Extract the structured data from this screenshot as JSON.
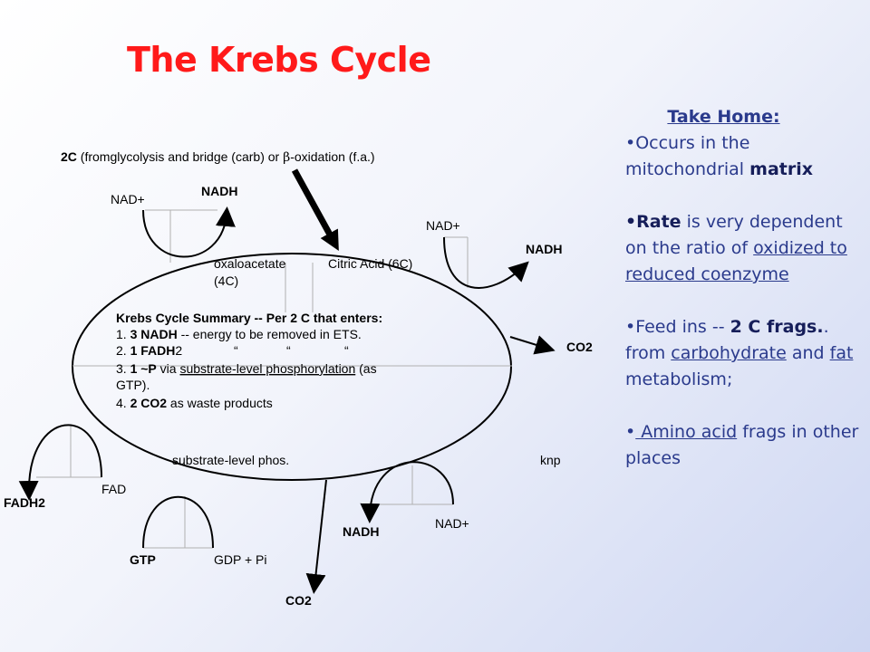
{
  "slide": {
    "title": "The Krebs Cycle"
  },
  "diagram": {
    "input_label": {
      "bold": "2C",
      "rest1": " (fromglycolysis and bridge (carb) or ",
      "beta": "β",
      "rest2": "-oxidation (f.a.)"
    },
    "nad_top_left": "NAD+",
    "nadh_top_left": "NADH",
    "nad_right": "NAD+",
    "nadh_right": "NADH",
    "co2_right": "CO2",
    "oxaloacetate": "oxaloacetate",
    "oxaloacetate_carbons": "(4C)",
    "citric_acid": "Citric Acid (6C)",
    "summary": {
      "title": "Krebs Cycle Summary -- Per 2 C that enters:",
      "l1_num": "1. ",
      "l1_bold": "3 NADH",
      "l1_rest": "  -- energy  to be removed in ETS.",
      "l2_num": "2. ",
      "l2_bold": "1 FADH",
      "l2_rest": "2",
      "quote": "“",
      "l3_num": "3. ",
      "l3_bold": "1 ~P",
      "l3_via": " via ",
      "l3_ul": "substrate-level phosphorylation",
      "l3_rest": " (as",
      "l3_cont": "GTP).",
      "l4_num": "4. ",
      "l4_bold": "2 CO2",
      "l4_rest": " as waste products"
    },
    "substrate_level": "substrate-level phos.",
    "knp": "knp",
    "fad": "FAD",
    "fadh2": "FADH2",
    "gtp": "GTP",
    "gdp_pi": "GDP + Pi",
    "nadh_bottom": "NADH",
    "nad_bottom": "NAD+",
    "co2_bottom": "CO2"
  },
  "take_home": {
    "heading": "Take Home:",
    "b1_pre": "•Occurs in the mitochondrial ",
    "b1_bold": "matrix",
    "b2_bold": "•Rate",
    "b2_mid": " is very dependent on the ratio of ",
    "b2_ul": "oxidized to reduced coenzyme",
    "b3_pre": "•Feed ins -- ",
    "b3_bold": "2 C frags.",
    "b3_mid": ". from ",
    "b3_ul1": "carbohydrate",
    "b3_and": " and ",
    "b3_ul2": "fat",
    "b3_end": " metabolism;",
    "b4_pre": "•",
    "b4_ul": " Amino acid",
    "b4_end": " frags in other places"
  }
}
